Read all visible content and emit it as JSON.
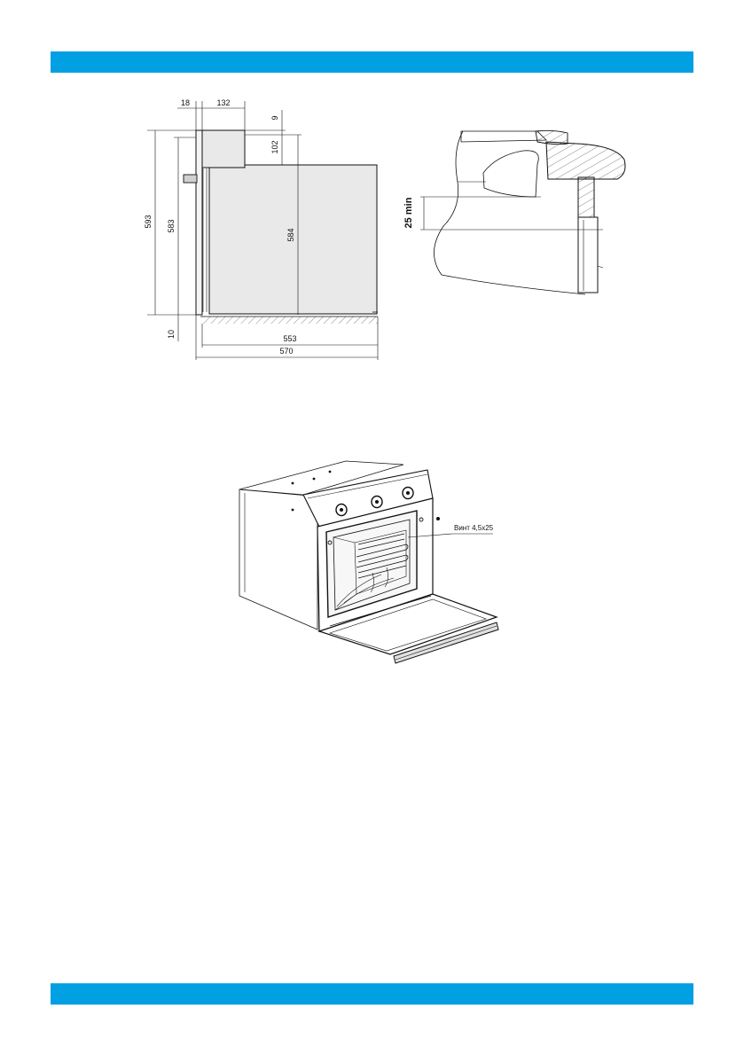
{
  "header_bar_color": "#00a0e3",
  "footer_bar_color": "#00a0e3",
  "side_view": {
    "dims": {
      "d18": "18",
      "d132": "132",
      "d9": "9",
      "d102": "102",
      "d593": "593",
      "d583": "583",
      "d584": "584",
      "d10": "10",
      "d553": "553",
      "d570": "570"
    }
  },
  "detail_view": {
    "clearance_label": "25 min"
  },
  "oven_view": {
    "screw_label": "Винт 4,5х25"
  }
}
